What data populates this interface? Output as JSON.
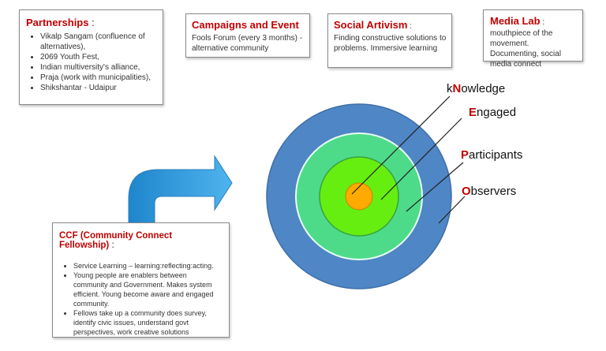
{
  "partnerships": {
    "title": "Partnerships",
    "title_suffix": " :",
    "items": [
      "Vikalp Sangam (confluence of alternatives),",
      "2069 Youth Fest,",
      "Indian multiversity's alliance,",
      " Praja (work with municipalities),",
      "Shikshantar - Udaipur"
    ]
  },
  "campaigns": {
    "title": "Campaigns and Event",
    "body": "Fools Forum (every 3 months) - alternative community"
  },
  "activism": {
    "title": "Social Artivism",
    "title_suffix": " :",
    "body": "Finding constructive solutions to problems. Immersive learning"
  },
  "medialab": {
    "title": "Media Lab",
    "title_suffix": " :",
    "body": "mouthpiece of the movement. Documenting, social media connect"
  },
  "ccf": {
    "title": "CCF (Community Connect Fellowship)",
    "title_suffix": " :",
    "items": [
      "Service Learning – learning:reflecting:acting.",
      "Young people are enablers between community and Government. Makes system efficient. Young become aware and engaged community.",
      "Fellows take up a community does survey, identify civic issues, understand govt perspectives, work creative solutions"
    ]
  },
  "rings": {
    "knowledge": {
      "pre": "k",
      "initial": "N",
      "rest": "owledge"
    },
    "engaged": {
      "pre": "",
      "initial": "E",
      "rest": "ngaged"
    },
    "participants": {
      "pre": "",
      "initial": "P",
      "rest": "articipants"
    },
    "observers": {
      "pre": "",
      "initial": "O",
      "rest": "bservers"
    }
  },
  "colors": {
    "ring_outer": "#4f86c6",
    "ring_second": "#4ddb8a",
    "ring_third": "#66ee11",
    "ring_core": "#ffaa00",
    "arrow": "#2f9ad8",
    "accent": "#c00000"
  }
}
